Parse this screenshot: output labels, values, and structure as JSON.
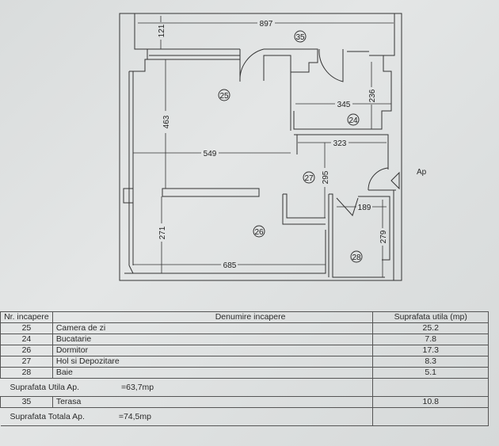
{
  "plan": {
    "dimensions": {
      "overall_width": "897",
      "terrace_depth": "121",
      "living_height": "463",
      "living_width": "549",
      "bedroom_height": "271",
      "bedroom_width": "685",
      "kitchen_width": "345",
      "kitchen_height": "236",
      "hall_width": "323",
      "hall_height": "295",
      "bath_width": "189",
      "bath_height": "279"
    },
    "rooms": [
      {
        "id": "35",
        "label": "35"
      },
      {
        "id": "25",
        "label": "25"
      },
      {
        "id": "24",
        "label": "24"
      },
      {
        "id": "27",
        "label": "27"
      },
      {
        "id": "26",
        "label": "26"
      },
      {
        "id": "28",
        "label": "28"
      }
    ],
    "entrance_label": "Ap"
  },
  "table": {
    "headers": {
      "nr": "Nr. incapere",
      "name": "Denumire incapere",
      "area": "Suprafata utila (mp)"
    },
    "rows": [
      {
        "nr": "25",
        "name": "Camera de zi",
        "area": "25.2"
      },
      {
        "nr": "24",
        "name": "Bucatarie",
        "area": "7.8"
      },
      {
        "nr": "26",
        "name": "Dormitor",
        "area": "17.3"
      },
      {
        "nr": "27",
        "name": "Hol si Depozitare",
        "area": "8.3"
      },
      {
        "nr": "28",
        "name": "Baie",
        "area": "5.1"
      }
    ],
    "useful_total": {
      "label": "Suprafata Utila Ap.",
      "value": "=63,7mp"
    },
    "terrace": {
      "nr": "35",
      "name": "Terasa",
      "area": "10.8"
    },
    "grand_total": {
      "label": "Suprafata Totala  Ap.",
      "value": "=74,5mp"
    }
  }
}
